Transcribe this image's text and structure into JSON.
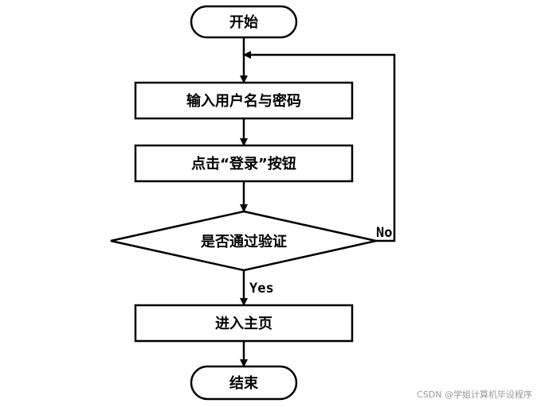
{
  "flowchart": {
    "nodes": {
      "start": "开始",
      "input": "输入用户名与密码",
      "click": "点击“登录”按钮",
      "decision": "是否通过验证",
      "main": "进入主页",
      "end": "结束"
    },
    "edges": {
      "yes": "Yes",
      "no": "No"
    }
  },
  "watermark": "CSDN @学姐计算机毕设程序"
}
